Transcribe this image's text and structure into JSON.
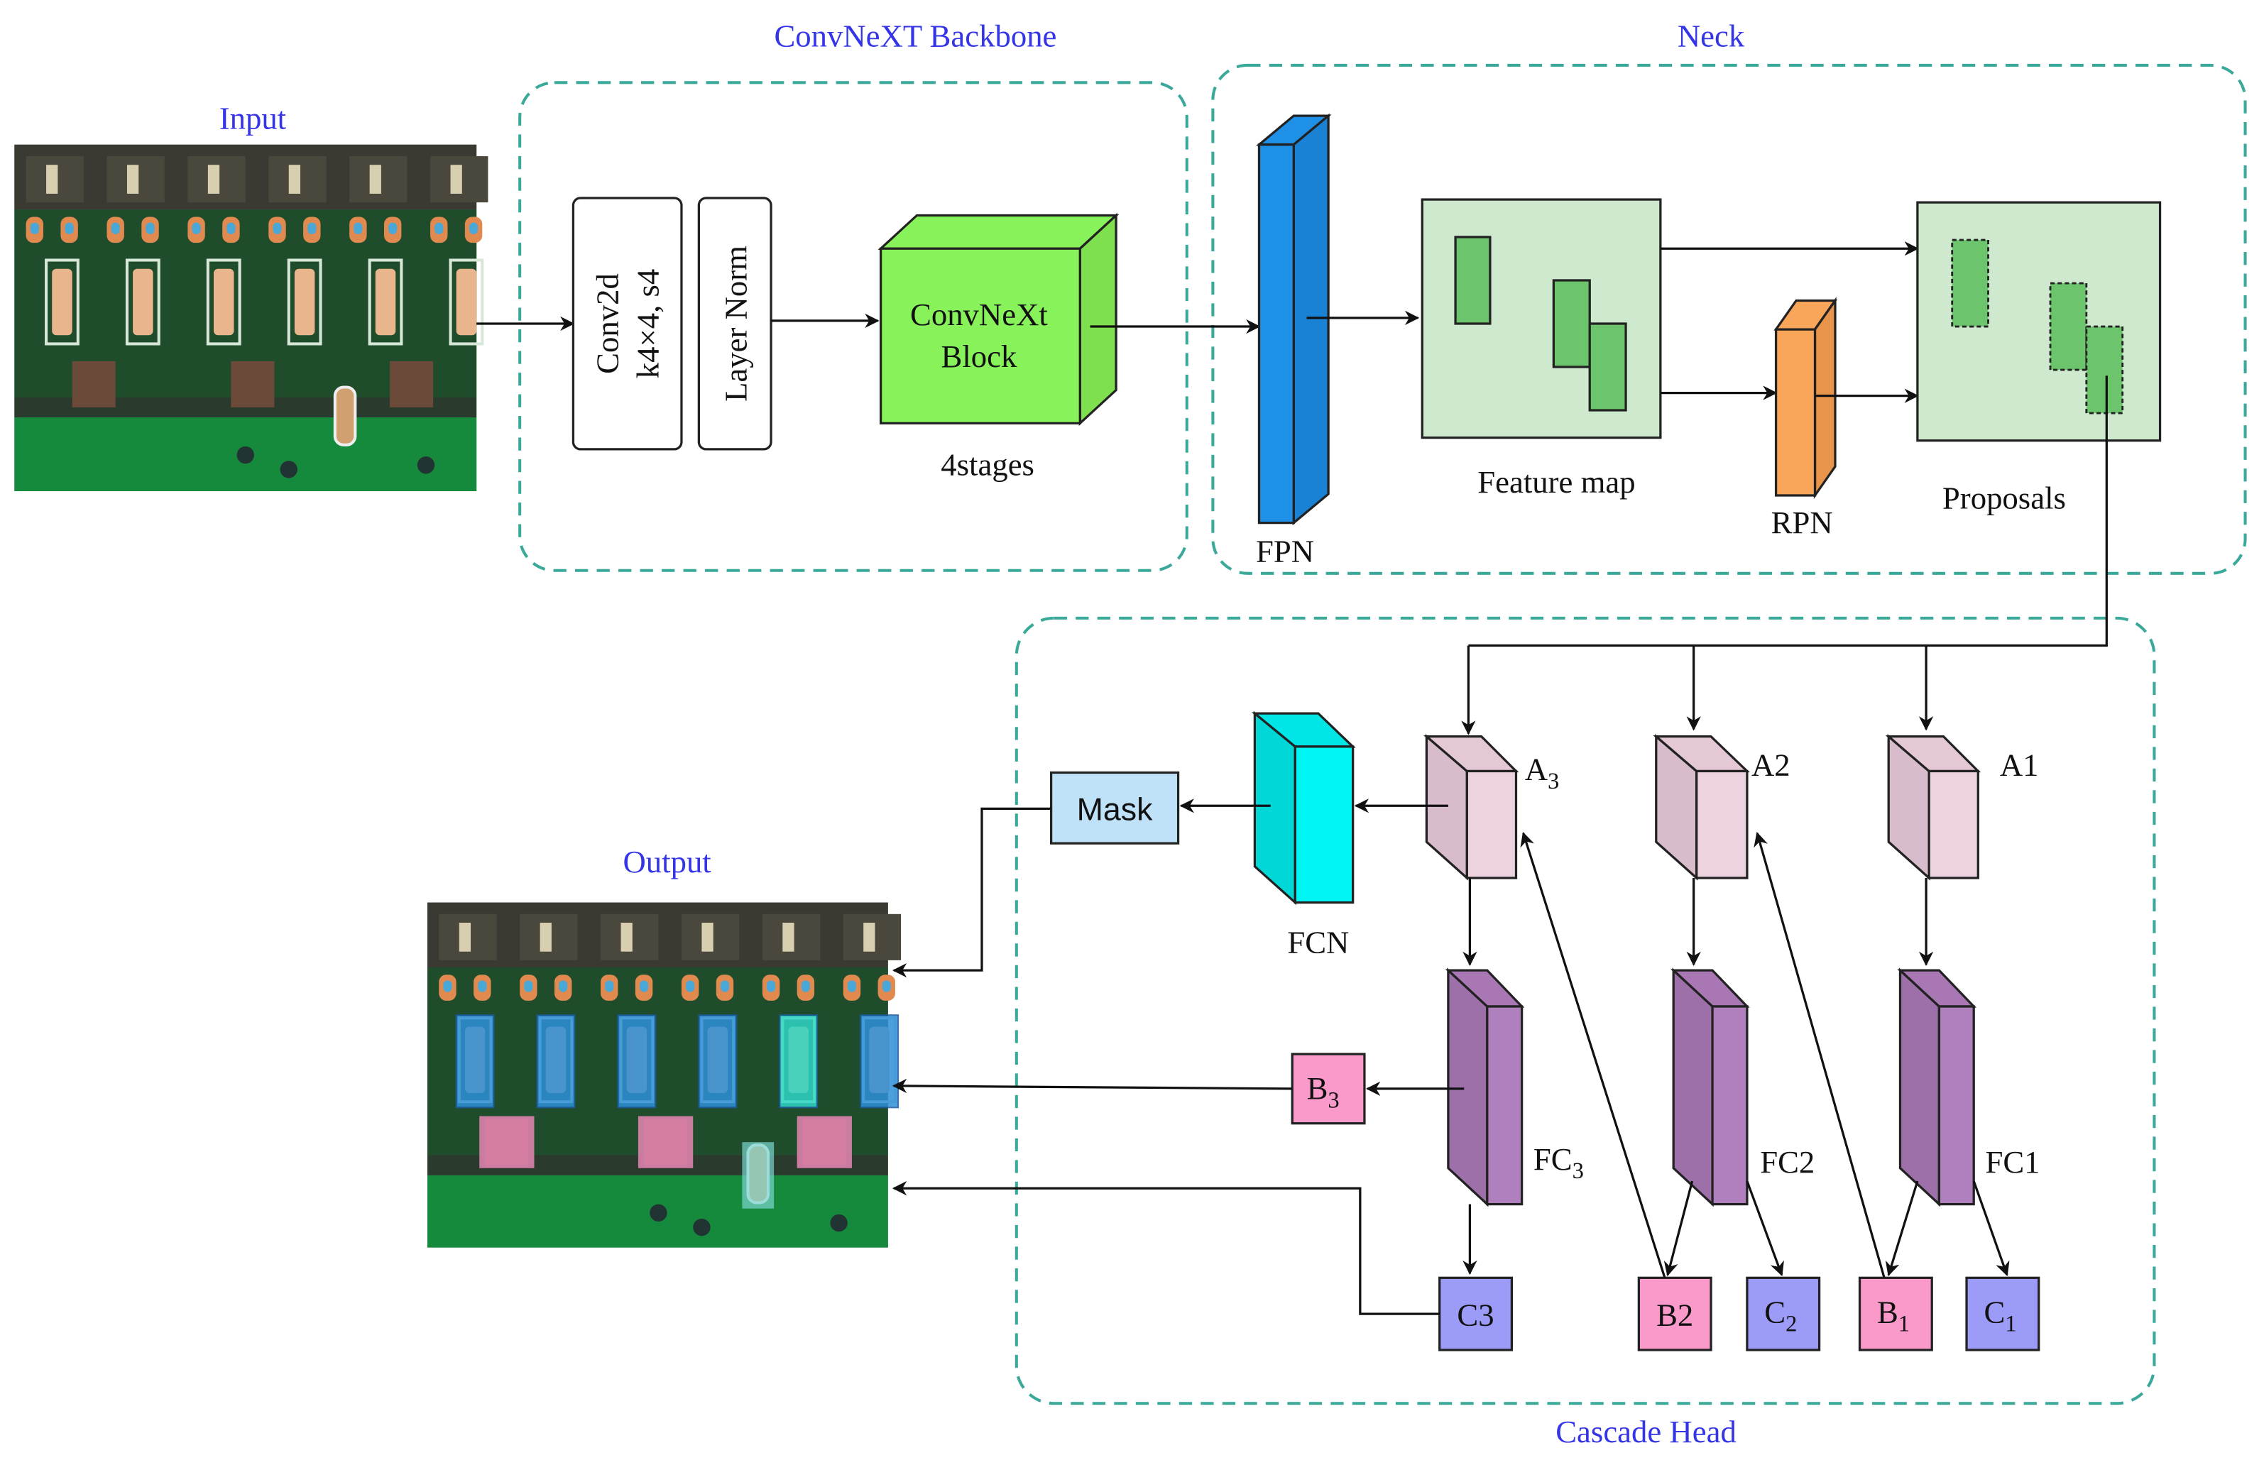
{
  "sections": {
    "input": "Input",
    "backbone": "ConvNeXT Backbone",
    "neck": "Neck",
    "cascade_head": "Cascade Head",
    "output": "Output"
  },
  "backbone": {
    "conv2d_line1": "Conv2d",
    "conv2d_line2": "k4×4, s4",
    "layer_norm": "Layer Norm",
    "block_line1": "ConvNeXt",
    "block_line2": "Block",
    "stages": "4stages"
  },
  "neck": {
    "fpn": "FPN",
    "feature_map": "Feature map",
    "rpn": "RPN",
    "proposals": "Proposals"
  },
  "head": {
    "mask": "Mask",
    "fcn": "FCN",
    "a3": {
      "main": "A",
      "sub": "3"
    },
    "a2": "A2",
    "a1": "A1",
    "fc3": {
      "main": "FC",
      "sub": "3"
    },
    "fc2": "FC2",
    "fc1": "FC1",
    "b3": {
      "main": "B",
      "sub": "3"
    },
    "c3": "C3",
    "b2": "B2",
    "c2": {
      "main": "C",
      "sub": "2"
    },
    "b1": {
      "main": "B",
      "sub": "1"
    },
    "c1": {
      "main": "C",
      "sub": "1"
    }
  },
  "colors": {
    "title_text": "#3535e8",
    "dashed_border": "#3aa99a",
    "convnext_block": "#88f25a",
    "fpn": "#1e90e8",
    "feature_map": "#cfe9cf",
    "rpn": "#f9a55a",
    "fcn": "#00f5f5",
    "mask": "#bfe2f8",
    "a_blocks": "#ecd3df",
    "fc_blocks": "#b07fbd",
    "b_boxes": "#f99acb",
    "c_boxes": "#9c9cf8"
  }
}
